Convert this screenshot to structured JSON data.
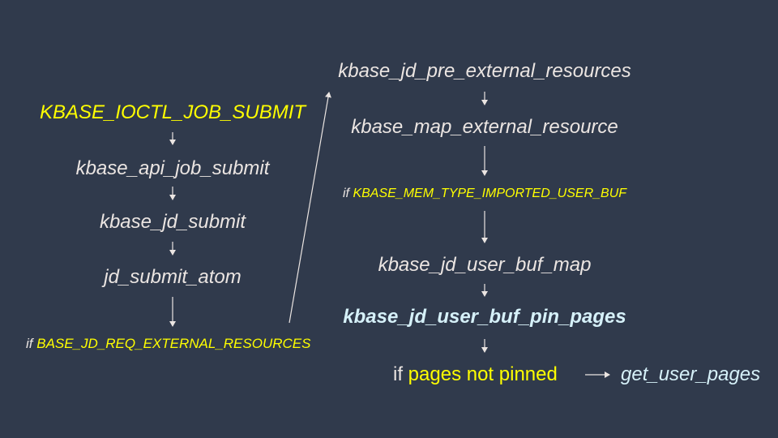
{
  "left_column": {
    "ioctl": "KBASE_IOCTL_JOB_SUBMIT",
    "api_job_submit": "kbase_api_job_submit",
    "jd_submit": "kbase_jd_submit",
    "jd_submit_atom": "jd_submit_atom",
    "condition_prefix": "if",
    "condition_flag": "BASE_JD_REQ_EXTERNAL_RESOURCES"
  },
  "right_column": {
    "pre_external_resources": "kbase_jd_pre_external_resources",
    "map_external_resource": "kbase_map_external_resource",
    "condition_prefix": "if",
    "condition_type": "KBASE_MEM_TYPE_IMPORTED_USER_BUF",
    "user_buf_map": "kbase_jd_user_buf_map",
    "user_buf_pin_pages": "kbase_jd_user_buf_pin_pages",
    "final_prefix": "if",
    "final_condition": "pages not pinned",
    "final_target": "get_user_pages"
  },
  "colors": {
    "background": "#303a4c",
    "text": "#ebe5e2",
    "highlight": "#ffff00",
    "emphasis": "#d6f1f9"
  }
}
